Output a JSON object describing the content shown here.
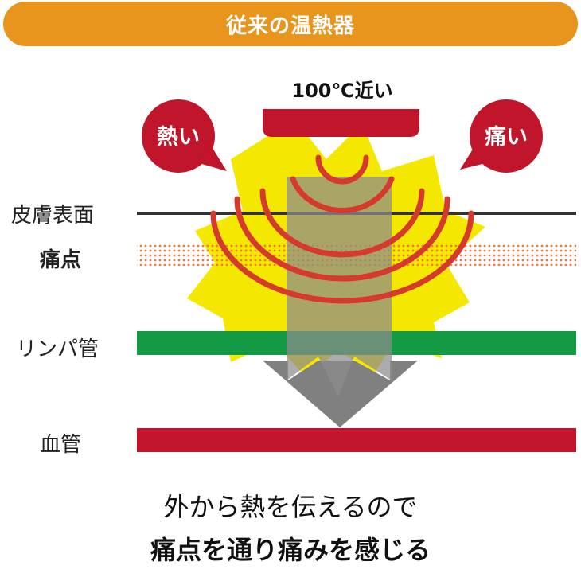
{
  "header": {
    "title": "従来の温熱器",
    "color": "#E8951E"
  },
  "heater": {
    "temperature_label": "100℃近い",
    "color": "#C0152A"
  },
  "bubbles": [
    {
      "text": "熱い",
      "color": "#C0152A"
    },
    {
      "text": "痛い",
      "color": "#C0152A"
    }
  ],
  "layers": {
    "skin": {
      "label": "皮膚表面",
      "color": "#333333"
    },
    "pain_point": {
      "label": "痛点",
      "color": "#F07A3A"
    },
    "lymph": {
      "label": "リンパ管",
      "color": "#149A45"
    },
    "blood": {
      "label": "血管",
      "color": "#C0152A"
    }
  },
  "colors": {
    "burst": "#F5E800",
    "heat_waves": "#D63A2E",
    "heat_column": "#8C8C8C",
    "arrow": "#808080"
  },
  "caption": {
    "line1": "外から熱を伝えるので",
    "line2": "痛点を通り痛みを感じる"
  }
}
